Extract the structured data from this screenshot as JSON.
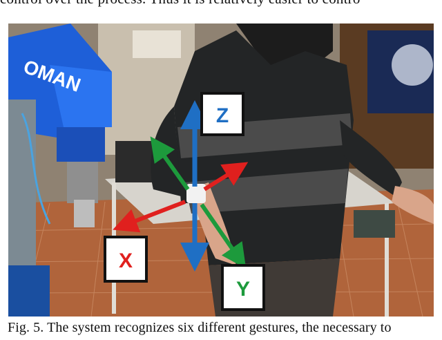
{
  "top_text": "control over the process. Thus it is relatively easier to contro",
  "caption": "Fig. 5. The system recognizes six different gestures, the necessary to",
  "robot_brand": "OMAN",
  "axes": {
    "z_label": "Z",
    "x_label": "X",
    "y_label": "Y"
  },
  "colors": {
    "z_axis": "#1f6fc4",
    "x_axis": "#e0201e",
    "y_axis": "#1d9a3c"
  }
}
